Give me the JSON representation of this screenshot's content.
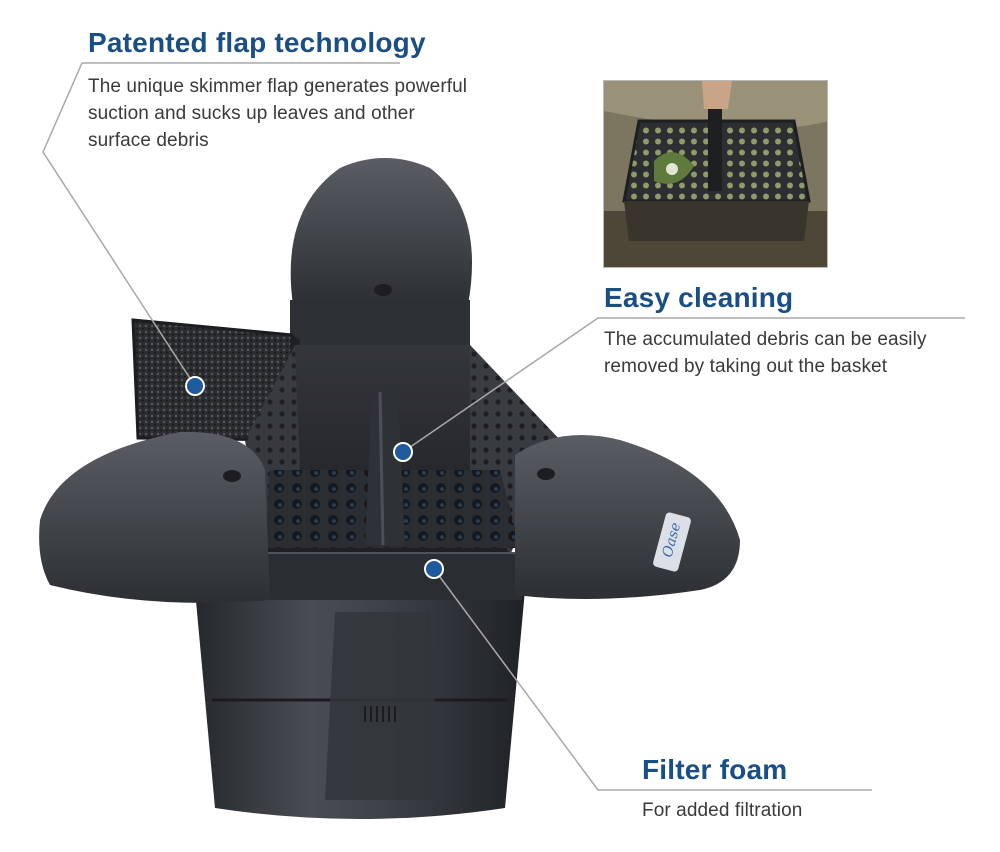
{
  "features": [
    {
      "title": "Patented flap technology",
      "description": "The unique skimmer flap generates powerful suction and sucks up leaves and other surface debris"
    },
    {
      "title": "Easy cleaning",
      "description": "The accumulated debris can be easily removed by taking out the basket"
    },
    {
      "title": "Filter foam",
      "description": "For added filtration"
    }
  ],
  "brand": {
    "logo_text": "Oase"
  },
  "colors": {
    "accent": "#1a4f86",
    "marker": "#1e5a9c",
    "product": "#3a3d42",
    "leader_line": "#a8a8a8"
  }
}
